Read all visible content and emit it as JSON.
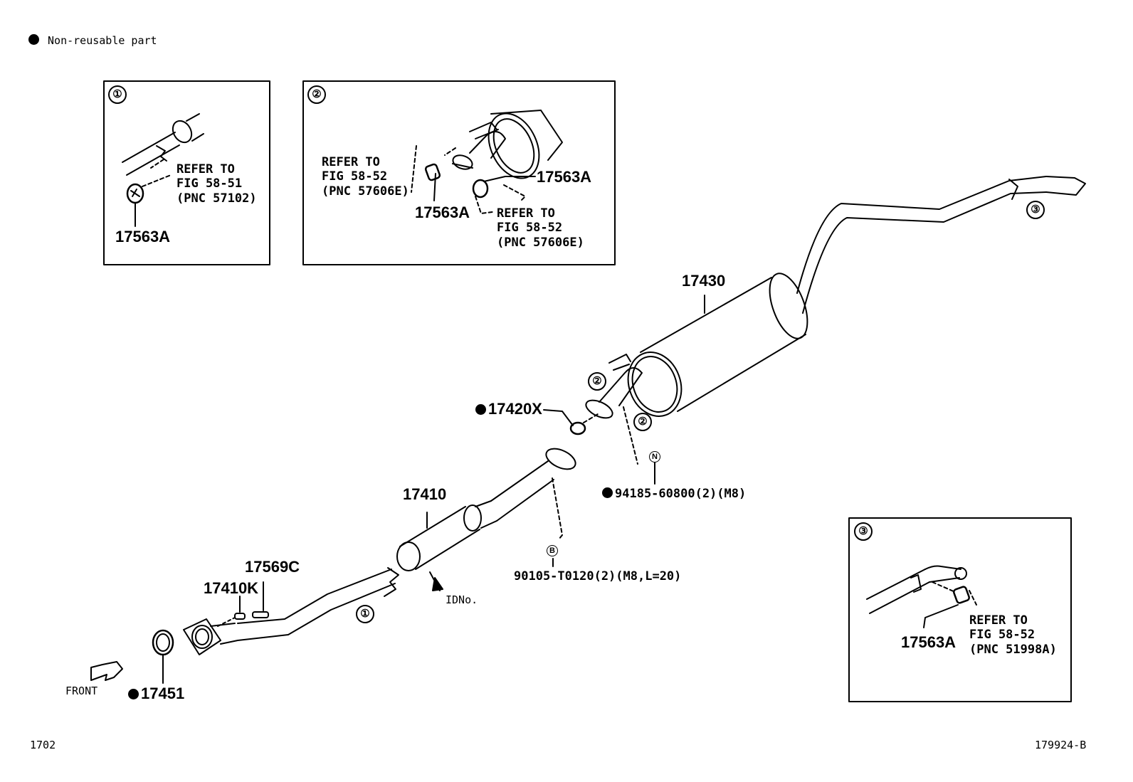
{
  "legend": {
    "text": "Non-reusable part"
  },
  "inset1": {
    "marker": "①",
    "refer": [
      "REFER TO",
      "FIG 58-51",
      "(PNC 57102)"
    ],
    "part": "17563A"
  },
  "inset2": {
    "marker": "②",
    "refer_left": [
      "REFER TO",
      "FIG 58-52",
      "(PNC 57606E)"
    ],
    "part_left": "17563A",
    "part_right": "17563A",
    "refer_right": [
      "REFER TO",
      "FIG 58-52",
      "(PNC 57606E)"
    ]
  },
  "inset3": {
    "marker": "③",
    "part": "17563A",
    "refer": [
      "REFER TO",
      "FIG 58-52",
      "(PNC 51998A)"
    ]
  },
  "parts": {
    "p17430": "17430",
    "p17420x": "17420X",
    "p94185": "94185-60800(2)(M8)",
    "p17410": "17410",
    "p90105": "90105-T0120(2)(M8,L=20)",
    "p17569c": "17569C",
    "p17410k": "17410K",
    "p17451": "17451",
    "idno": "IDNo."
  },
  "callouts": {
    "c1": "①",
    "c2a": "②",
    "c2b": "②",
    "c3": "③",
    "n": "N",
    "b": "B"
  },
  "front": "FRONT",
  "footer": {
    "left": "1702",
    "right": "179924-B"
  }
}
